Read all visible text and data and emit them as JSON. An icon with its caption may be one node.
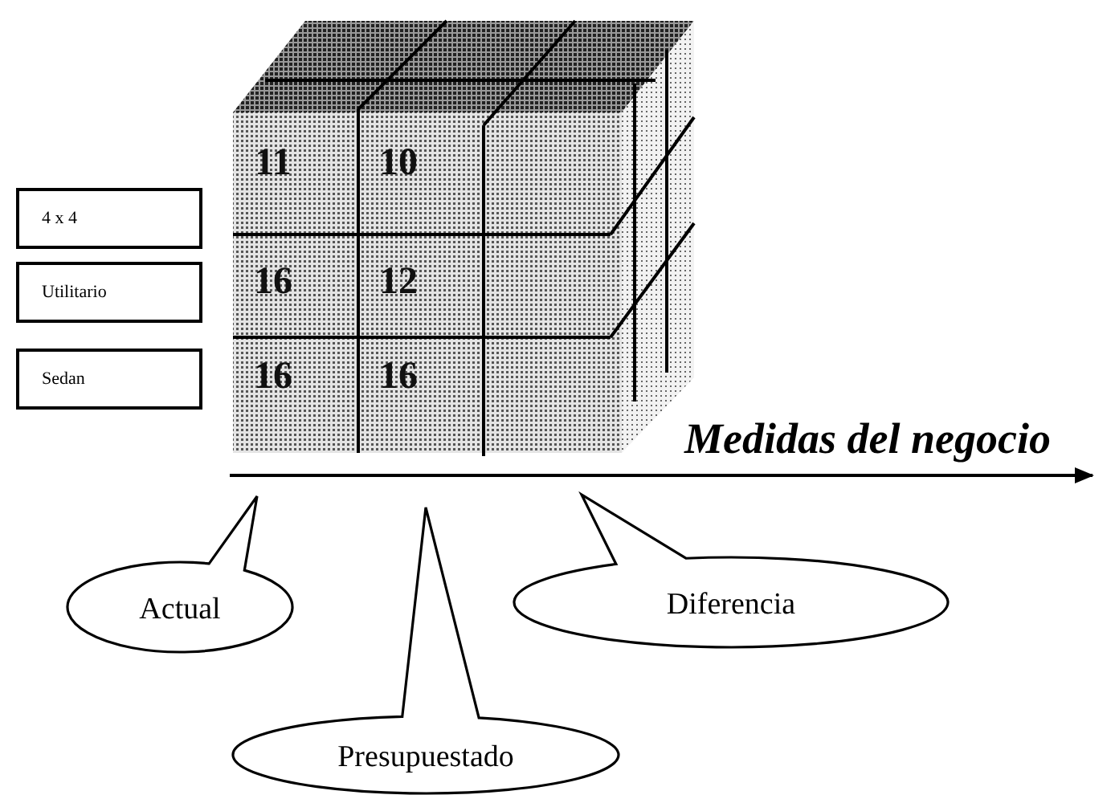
{
  "diagram": {
    "nodes": [
      {
        "text": [
          "4 x 4"
        ]
      },
      {
        "text": [
          "Utilitario"
        ]
      },
      {
        "text": [
          "Sedan"
        ]
      },
      {
        "text": [
          "Actual"
        ]
      },
      {
        "text": [
          "Presupuestado"
        ]
      },
      {
        "text": [
          "Diferencia"
        ]
      }
    ],
    "labels": [
      "11",
      "10",
      "16",
      "12",
      "16",
      "16",
      "Medidas del negocio"
    ]
  }
}
